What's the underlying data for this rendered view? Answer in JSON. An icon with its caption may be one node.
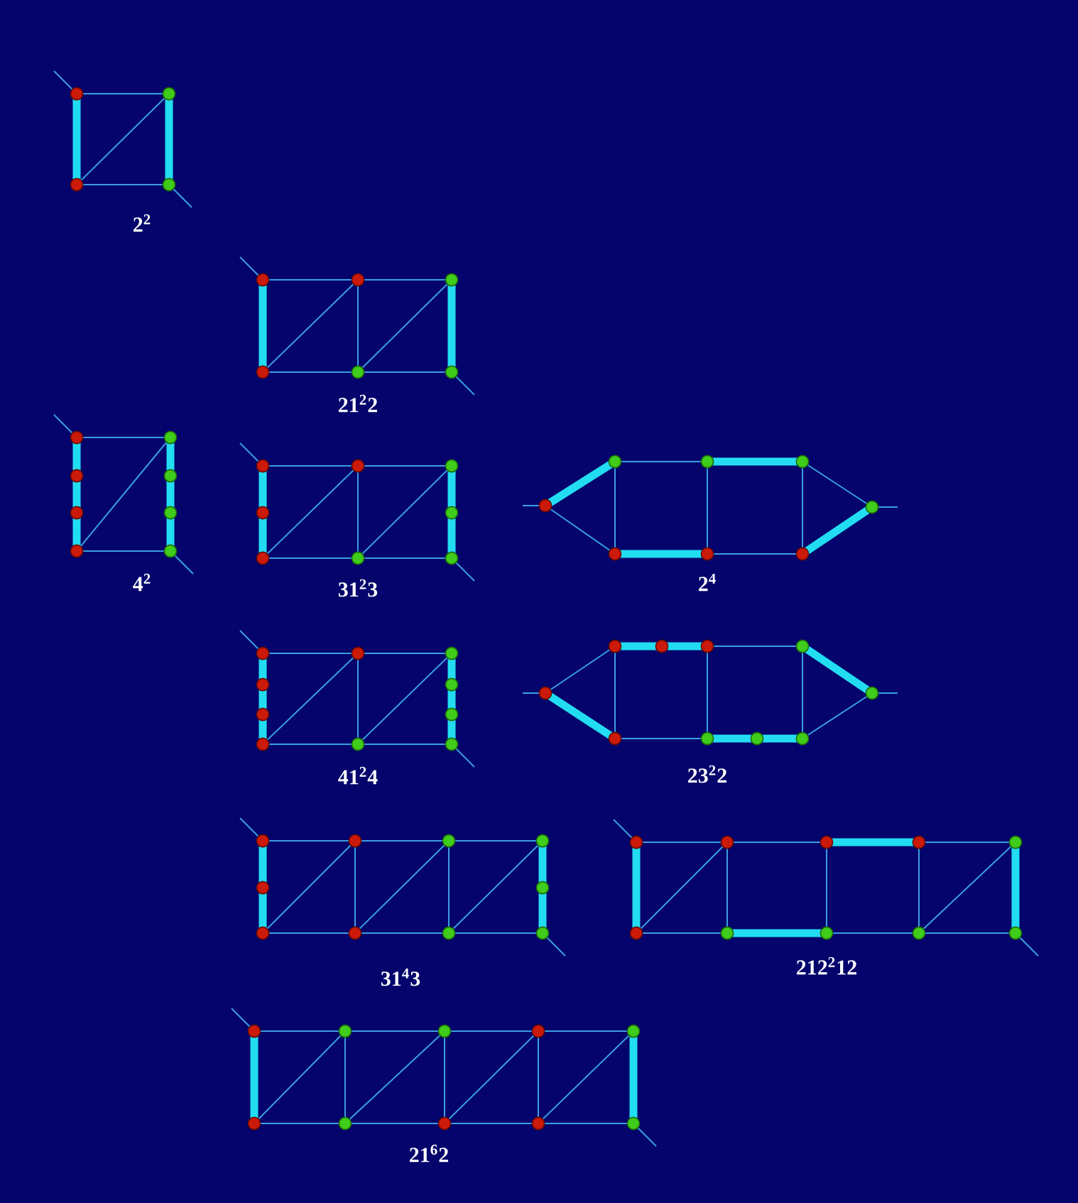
{
  "diagram": {
    "labels": [
      "2$^{2}$",
      "21$^{2}$2",
      "4$^{2}$",
      "31$^{2}$3",
      "2$^{4}$",
      "41$^{2}$4",
      "23$^{2}$2",
      "31$^{4}$3",
      "212$^{2}$12",
      "21$^{6}$2"
    ]
  }
}
